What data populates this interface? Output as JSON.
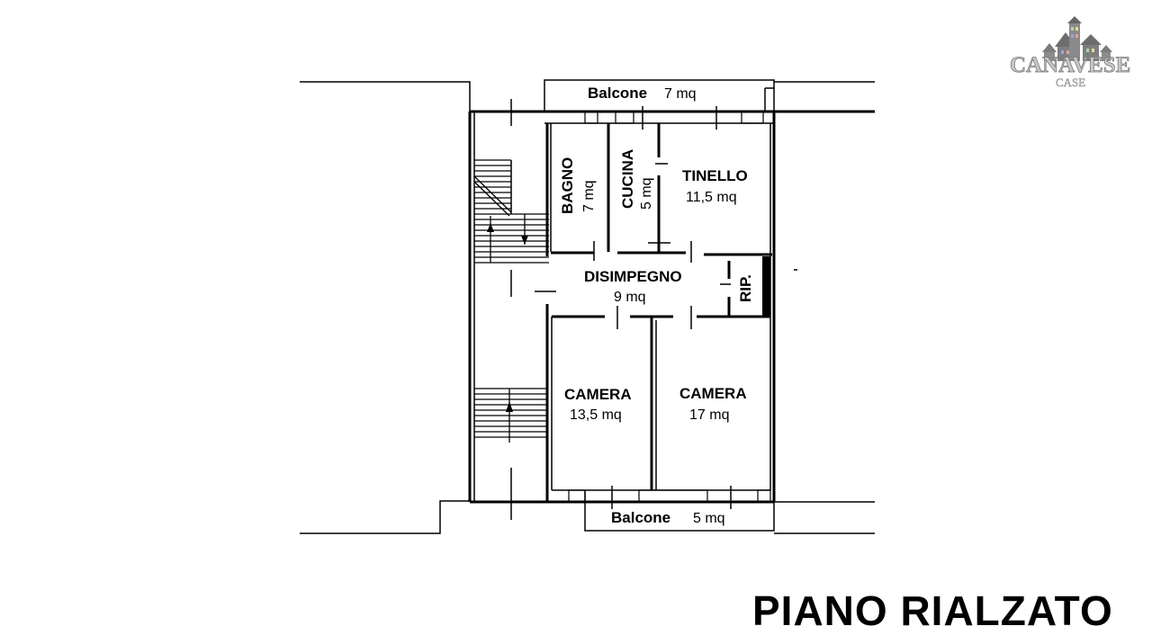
{
  "brand": {
    "name": "CANAVESE",
    "sub": "CASE",
    "primary_color": "#c8c8c8",
    "accent_colors": [
      "#9aa8d8",
      "#e4a0a0",
      "#a8d8a8",
      "#e8d890"
    ],
    "icon": "houses-logo-icon"
  },
  "floor_title": "PIANO RIALZATO",
  "rooms": {
    "balcone_top": {
      "name": "Balcone",
      "area": "7 mq"
    },
    "bagno": {
      "name": "BAGNO",
      "area": "7 mq"
    },
    "cucina": {
      "name": "CUCINA",
      "area": "5 mq"
    },
    "tinello": {
      "name": "TINELLO",
      "area": "11,5 mq"
    },
    "disimpegno": {
      "name": "DISIMPEGNO",
      "area": "9 mq"
    },
    "ripostiglio": {
      "name": "RIP."
    },
    "camera_left": {
      "name": "CAMERA",
      "area": "13,5 mq"
    },
    "camera_right": {
      "name": "CAMERA",
      "area": "17 mq"
    },
    "balcone_bottom": {
      "name": "Balcone",
      "area": "5 mq"
    }
  }
}
